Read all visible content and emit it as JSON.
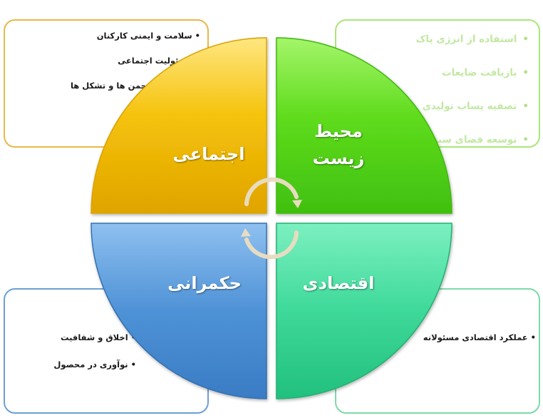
{
  "quadrants": {
    "social": {
      "label": "اجتماعی",
      "color": "#f5c20a"
    },
    "environment": {
      "label_line1": "محیط",
      "label_line2": "زیست",
      "color": "#5fdc1c"
    },
    "governance": {
      "label": "حکمرانی",
      "color": "#4e92d6"
    },
    "economic": {
      "label": "اقتصادی",
      "color": "#3ed99a"
    }
  },
  "boxes": {
    "social": {
      "items": [
        "سلامت و ایمنی کارکنان",
        "مسئولیت اجتماعی",
        "حمایت از انجمن ها و تشکل ها"
      ]
    },
    "environment": {
      "items": [
        "استفاده از انرژی پاک",
        "بازیافت ضایعات",
        "تصفیه پساب تولیدی",
        "توسعه فضای سبز"
      ]
    },
    "governance": {
      "items": [
        "اخلاق و شفافیت",
        "نوآوری در محصول"
      ]
    },
    "economic": {
      "items": [
        "عملکرد اقتصادی مسئولانه"
      ]
    }
  }
}
